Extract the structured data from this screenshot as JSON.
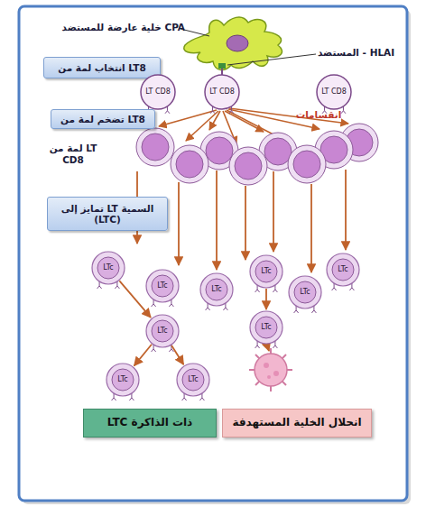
{
  "diagram": {
    "nodes": [
      {
        "text": [
          "انتخاب لمة من LT8"
        ]
      },
      {
        "text": [
          "LT CD8"
        ]
      },
      {
        "text": [
          "LT CD8"
        ]
      },
      {
        "text": [
          "LT CD8"
        ]
      },
      {
        "text": [
          "تضخم لمة من LT8"
        ]
      },
      {
        "text": [
          "تمايز إلى LT السمية (LTC)"
        ]
      },
      {
        "text": [
          "LTc"
        ]
      },
      {
        "text": [
          "LTc"
        ]
      },
      {
        "text": [
          "LTc"
        ]
      },
      {
        "text": [
          "LTc"
        ]
      },
      {
        "text": [
          "LTc"
        ]
      },
      {
        "text": [
          "LTc"
        ]
      },
      {
        "text": [
          "LTc"
        ]
      },
      {
        "text": [
          "LTc"
        ]
      },
      {
        "text": [
          "LTc"
        ]
      },
      {
        "text": [
          "LTc"
        ]
      },
      {
        "text": [
          "LTC ذات الذاكرة"
        ]
      },
      {
        "text": [
          "انحلال الخلية المستهدفة"
        ]
      }
    ],
    "edges": [
      {
        "from": 6,
        "to": 12,
        "arrow": "to"
      },
      {
        "from": 12,
        "to": 14,
        "arrow": "to"
      },
      {
        "from": 12,
        "to": 15,
        "arrow": "to"
      },
      {
        "from": 9,
        "to": 13,
        "arrow": "to"
      }
    ],
    "labels": [
      "خلية عارضة للمستضد CPA",
      "المستضد - HLAI",
      "انقسامات",
      "لمة من LT CD8"
    ]
  }
}
